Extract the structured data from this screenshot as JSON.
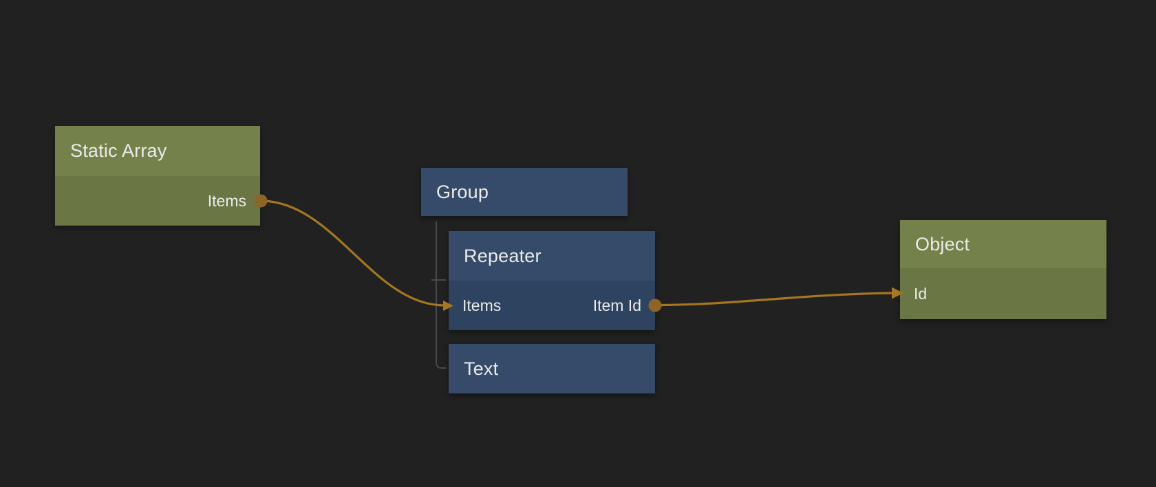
{
  "colors": {
    "background": "#212121",
    "green_header": "#74814b",
    "green_body": "#6a7644",
    "blue_header": "#354b69",
    "blue_body": "#2e4360",
    "wire": "#a5771f",
    "port_dot": "#8e6527",
    "tree_line": "#4a4a4a",
    "text": "#ebebe9"
  },
  "nodes": {
    "static_array": {
      "title": "Static Array",
      "output_label": "Items"
    },
    "group": {
      "title": "Group"
    },
    "repeater": {
      "title": "Repeater",
      "input_label": "Items",
      "output_label": "Item Id"
    },
    "text": {
      "title": "Text"
    },
    "object": {
      "title": "Object",
      "input_label": "Id"
    }
  },
  "connections": [
    {
      "from": "Static Array.Items",
      "to": "Repeater.Items"
    },
    {
      "from": "Repeater.Item Id",
      "to": "Object.Id"
    }
  ]
}
